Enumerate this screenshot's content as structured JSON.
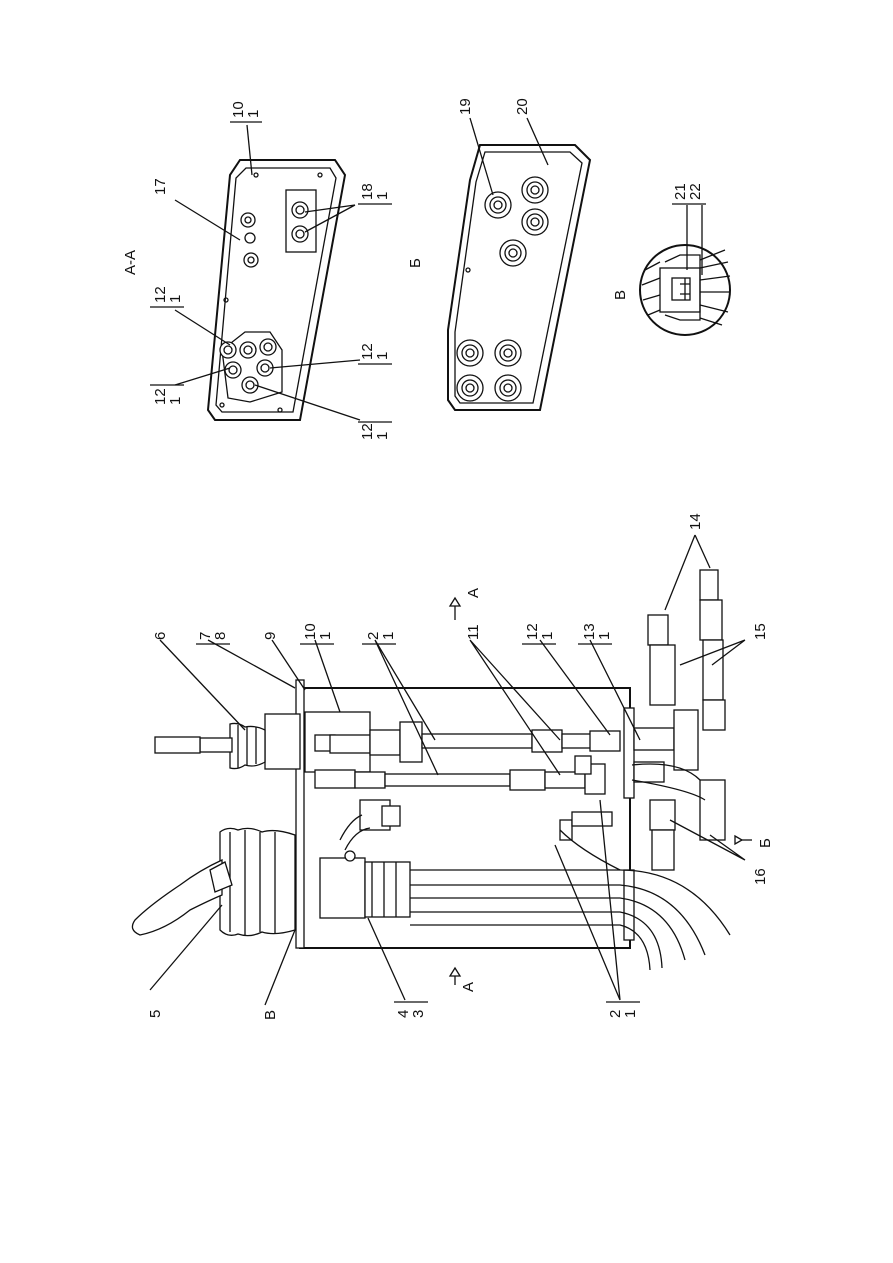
{
  "views": {
    "section_aa": "А-А",
    "view_b": "Б",
    "view_v": "В"
  },
  "section_markers": {
    "a_top": "А",
    "a_bottom": "А",
    "b_arrow": "Б",
    "v_callout": "В"
  },
  "main_callouts": [
    "1",
    "2",
    "3",
    "4",
    "5",
    "6",
    "7",
    "8",
    "9",
    "10",
    "11",
    "12",
    "13",
    "14",
    "15",
    "16"
  ],
  "detail_callouts": {
    "aa": [
      "10",
      "1",
      "17",
      "18",
      "1",
      "12",
      "1",
      "12",
      "1",
      "12",
      "1",
      "12",
      "1"
    ],
    "b": [
      "19",
      "20"
    ],
    "v": [
      "21",
      "22"
    ]
  },
  "labels": {
    "n1": "1",
    "n2": "2",
    "n3": "3",
    "n4": "4",
    "n5": "5",
    "n6": "6",
    "n7": "7",
    "n8": "8",
    "n9": "9",
    "n10": "10",
    "n11": "11",
    "n12": "12",
    "n13": "13",
    "n14": "14",
    "n15": "15",
    "n16": "16",
    "n17": "17",
    "n18": "18",
    "n19": "19",
    "n20": "20",
    "n21": "21",
    "n22": "22"
  }
}
